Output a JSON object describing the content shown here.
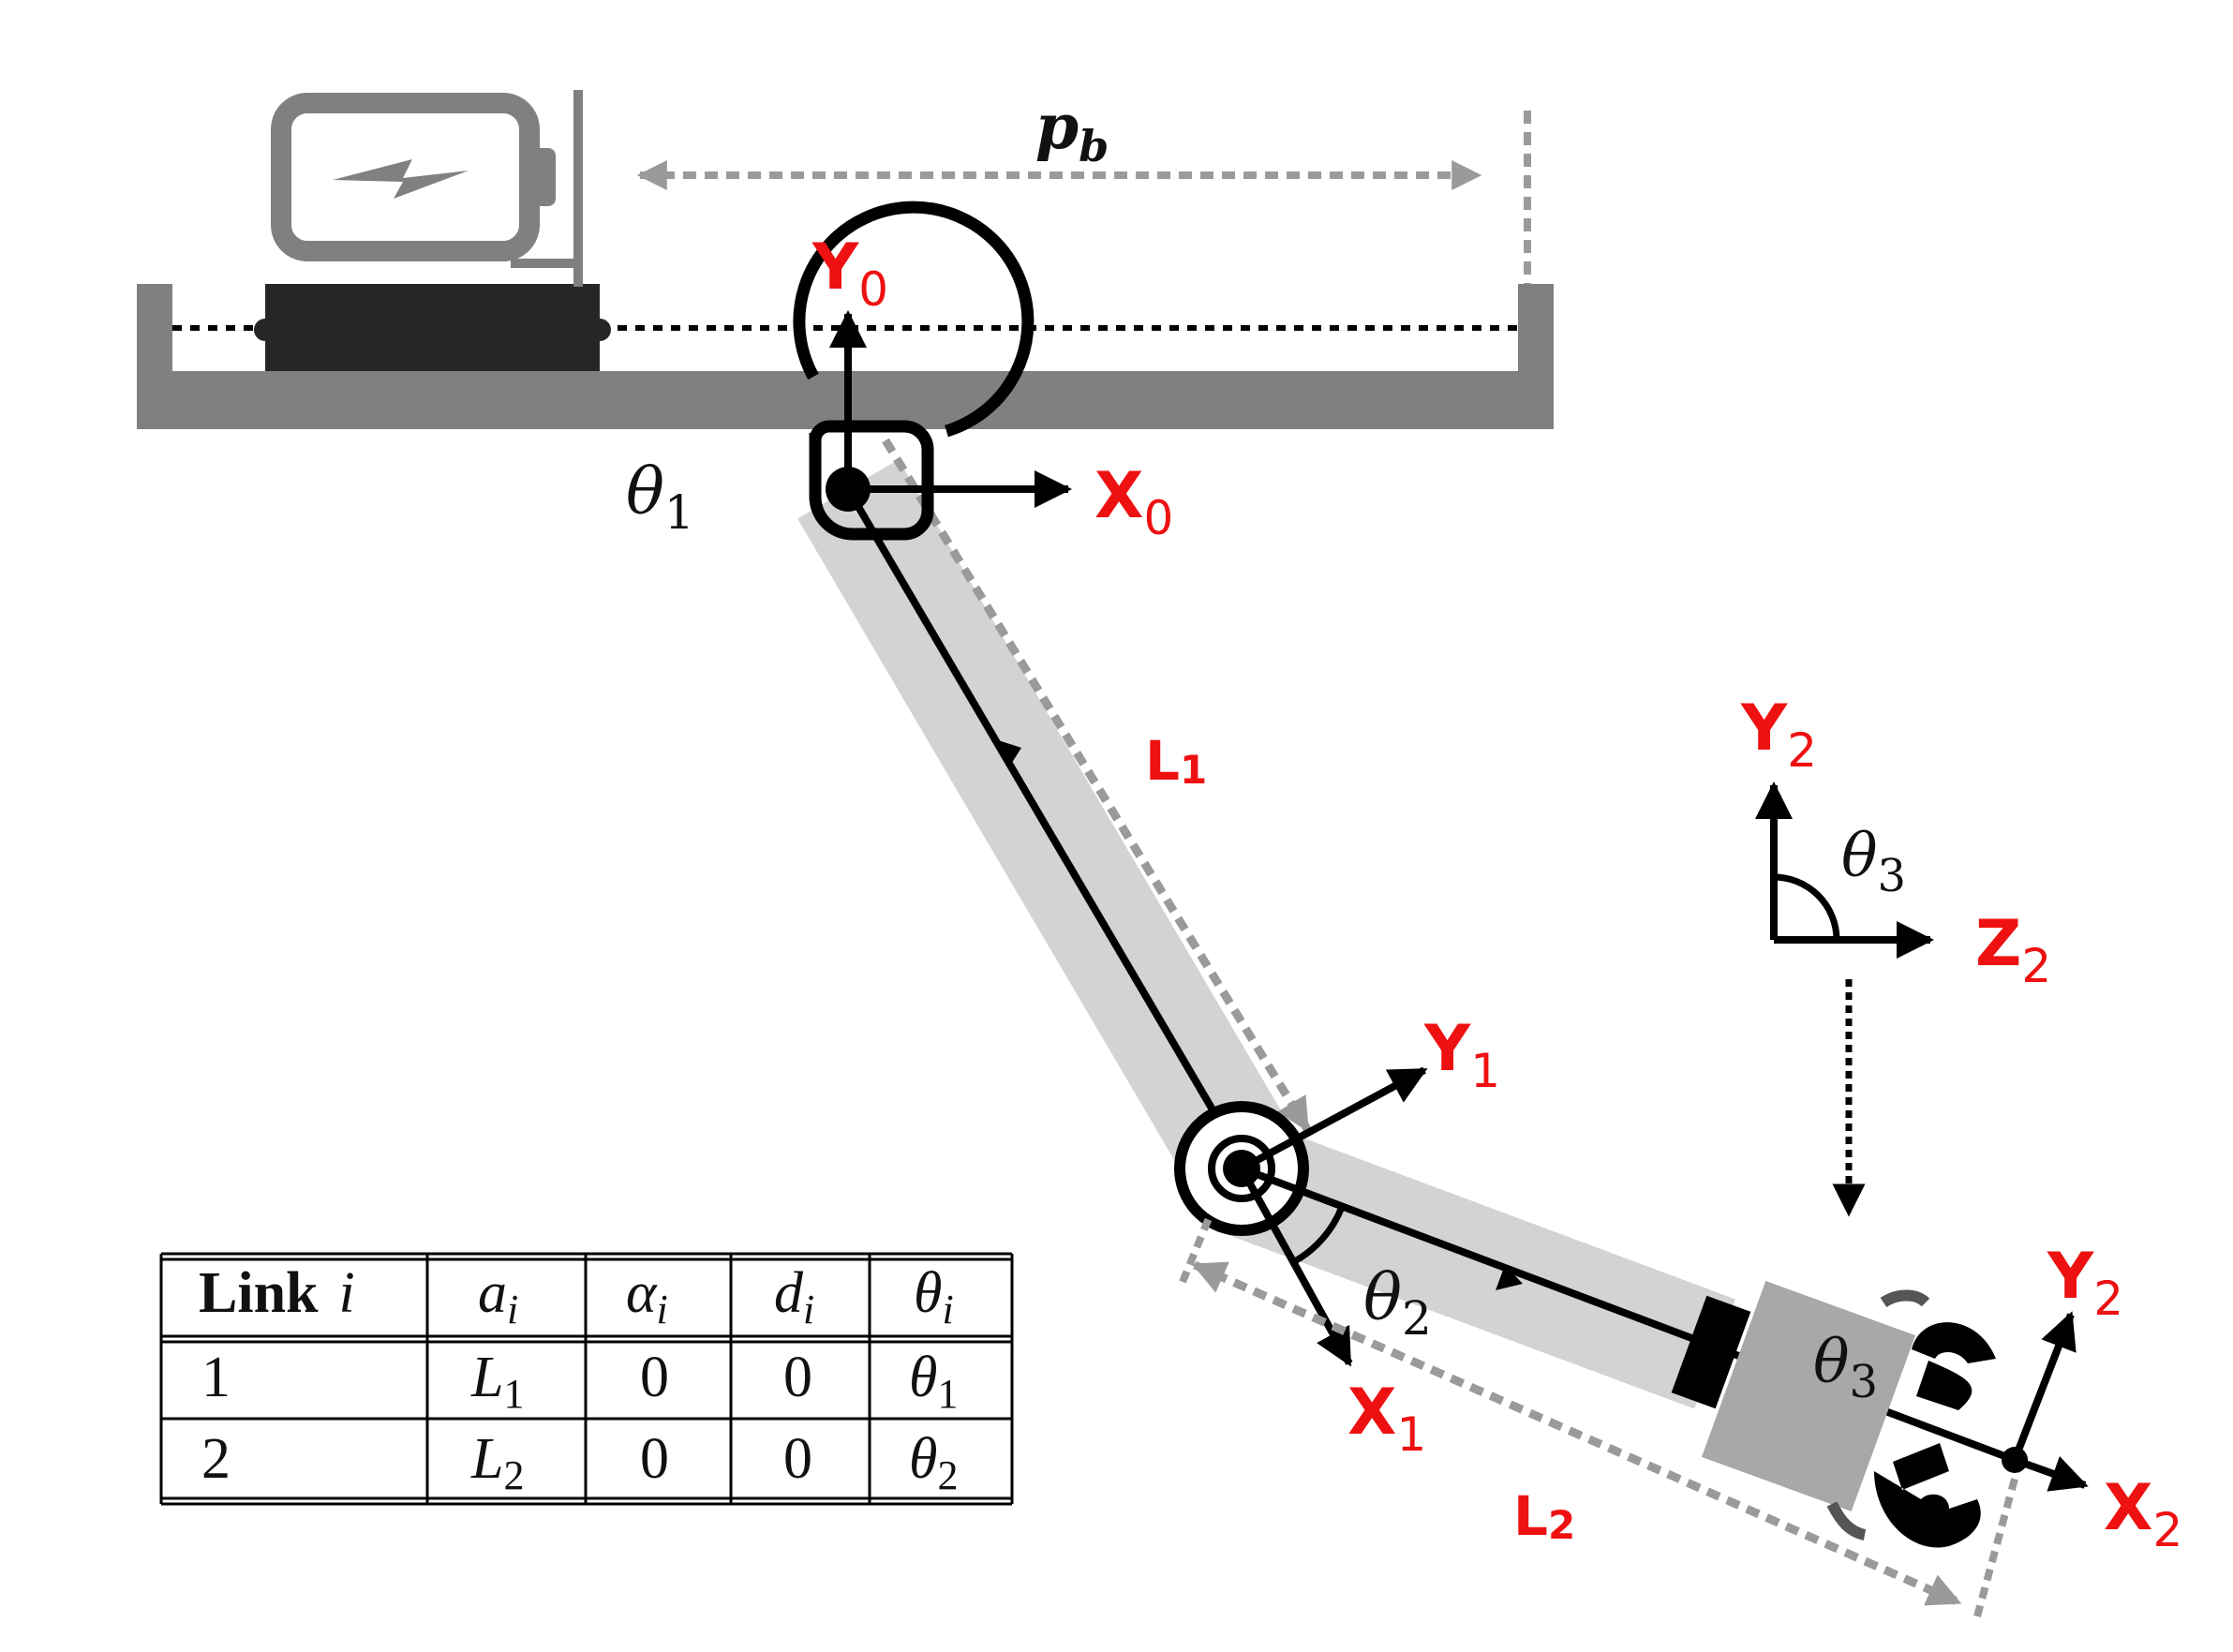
{
  "colors": {
    "base": "#808080",
    "link": "#d3d3d3",
    "carriage": "#262626",
    "battery": "#808080",
    "axis_label": "#ee1111",
    "dim_line": "#9a9a9a",
    "gripper_body": "#a8a8a8"
  },
  "icons": [
    "battery-icon",
    "gripper-icon"
  ],
  "labels": {
    "pb_main": "p",
    "pb_sub": "b",
    "y0": "Y",
    "y0_sub": "0",
    "x0": "X",
    "x0_sub": "0",
    "theta1": "θ",
    "theta1_sub": "1",
    "l1": "L",
    "l1_sub": "1",
    "y1": "Y",
    "y1_sub": "1",
    "x1": "X",
    "x1_sub": "1",
    "theta2": "θ",
    "theta2_sub": "2",
    "l2": "L",
    "l2_sub": "2",
    "y2_top": "Y",
    "y2_top_sub": "2",
    "z2": "Z",
    "z2_sub": "2",
    "theta3_top": "θ",
    "theta3_top_sub": "3",
    "theta3_grip": "θ",
    "theta3_grip_sub": "3",
    "y2_grip": "Y",
    "y2_grip_sub": "2",
    "x2": "X",
    "x2_sub": "2"
  },
  "dh_table": {
    "header": {
      "link_word": "Link",
      "link_var": "i",
      "a": "a",
      "a_sub": "i",
      "alpha": "α",
      "alpha_sub": "i",
      "d": "d",
      "d_sub": "i",
      "theta": "θ",
      "theta_sub": "i"
    },
    "rows": [
      {
        "link": "1",
        "a": "L",
        "a_sub": "1",
        "alpha": "0",
        "d": "0",
        "theta": "θ",
        "theta_sub": "1"
      },
      {
        "link": "2",
        "a": "L",
        "a_sub": "2",
        "alpha": "0",
        "d": "0",
        "theta": "θ",
        "theta_sub": "2"
      }
    ]
  }
}
